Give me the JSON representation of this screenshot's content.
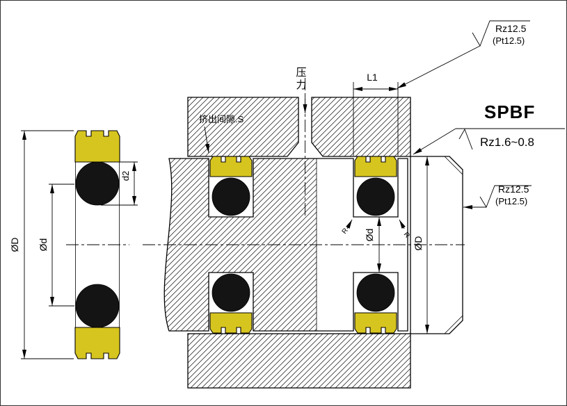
{
  "product_code": "SPBF",
  "labels": {
    "pressure": "压力",
    "extrusion_gap": "挤出间隙.S",
    "groove_width": "L1",
    "oring_section": "d2",
    "seal_outer_diameter": "ØD",
    "seal_inner_diameter": "Ød",
    "groove_diameter": "Ød",
    "bore_diameter": "ØD",
    "radius": "R"
  },
  "surface_finish": {
    "groove_surface": {
      "roughness": "Rz12.5",
      "peak": "(Pt12.5)"
    },
    "bore_surface": {
      "roughness": "Rz1.6~0.8"
    },
    "end_face": {
      "roughness": "Rz12.5",
      "peak": "(Pt12.5)"
    }
  },
  "colors": {
    "seal_body": "#d7c51f",
    "o_ring": "#141414",
    "lines": "#000000"
  }
}
